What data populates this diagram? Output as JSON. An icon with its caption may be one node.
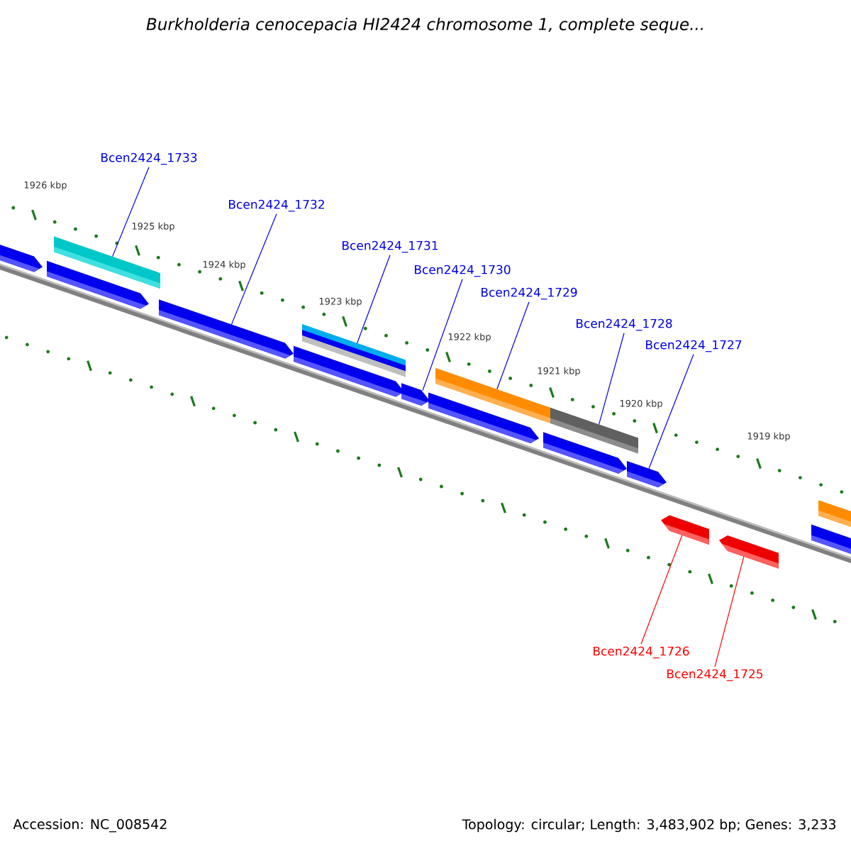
{
  "diagram": {
    "title": "Burkholderia cenocepacia HI2424 chromosome 1, complete seque...",
    "nodes": [
      {
        "text": [
          "Bcen2424_1733"
        ]
      },
      {
        "text": [
          "Bcen2424_1732"
        ]
      },
      {
        "text": [
          "Bcen2424_1731"
        ]
      },
      {
        "text": [
          "Bcen2424_1730"
        ]
      },
      {
        "text": [
          "Bcen2424_1729"
        ]
      },
      {
        "text": [
          "Bcen2424_1728"
        ]
      },
      {
        "text": [
          "Bcen2424_1727"
        ]
      },
      {
        "text": [
          "Bcen2424_1726"
        ]
      },
      {
        "text": [
          "Bcen2424_1725"
        ]
      },
      {
        "text": [],
        "shape": "bar"
      },
      {
        "text": [],
        "shape": "bar"
      },
      {
        "text": [],
        "shape": "bar"
      },
      {
        "text": [],
        "shape": "bar"
      },
      {
        "text": [],
        "shape": "bar"
      },
      {
        "text": [],
        "shape": "bar"
      },
      {
        "text": [],
        "shape": "bar"
      },
      {
        "text": [],
        "shape": "bar"
      },
      {
        "text": [],
        "shape": "bar"
      }
    ],
    "edges": [
      {
        "from": 0,
        "to": 9,
        "arrow": "none"
      },
      {
        "from": 1,
        "to": 10,
        "arrow": "none"
      },
      {
        "from": 2,
        "to": 11,
        "arrow": "none"
      },
      {
        "from": 3,
        "to": 12,
        "arrow": "none"
      },
      {
        "from": 4,
        "to": 13,
        "arrow": "none"
      },
      {
        "from": 5,
        "to": 14,
        "arrow": "none"
      },
      {
        "from": 6,
        "to": 15,
        "arrow": "none"
      },
      {
        "from": 7,
        "to": 16,
        "arrow": "none",
        "color": "#ff0000"
      },
      {
        "from": 8,
        "to": 17,
        "arrow": "none",
        "color": "#ff0000"
      }
    ],
    "labels": [
      "1926 kbp",
      "1925 kbp",
      "1924 kbp",
      "1923 kbp",
      "1922 kbp",
      "1921 kbp",
      "1920 kbp",
      "1919 kbp",
      "Accession: NC_008542",
      "Topology: circular; Length: 3,483,902 bp; Genes: 3,233"
    ]
  }
}
